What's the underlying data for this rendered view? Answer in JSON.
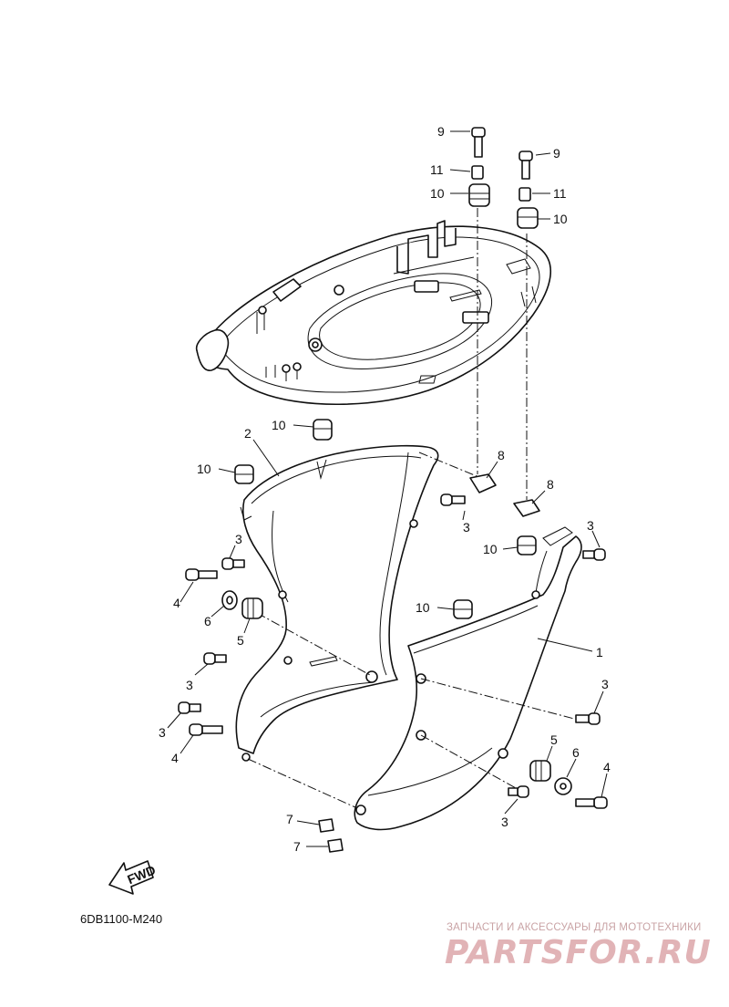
{
  "diagram": {
    "reference_code": "6DB1100-M240",
    "fwd_label": "FWD",
    "callouts": [
      {
        "id": "c9a",
        "text": "9"
      },
      {
        "id": "c11a",
        "text": "11"
      },
      {
        "id": "c10a",
        "text": "10"
      },
      {
        "id": "c9b",
        "text": "9"
      },
      {
        "id": "c11b",
        "text": "11"
      },
      {
        "id": "c10b",
        "text": "10"
      },
      {
        "id": "c10c",
        "text": "10"
      },
      {
        "id": "c2",
        "text": "2"
      },
      {
        "id": "c10d",
        "text": "10"
      },
      {
        "id": "c8a",
        "text": "8"
      },
      {
        "id": "c8b",
        "text": "8"
      },
      {
        "id": "c3a",
        "text": "3"
      },
      {
        "id": "c3b",
        "text": "3"
      },
      {
        "id": "c3c",
        "text": "3"
      },
      {
        "id": "c10e",
        "text": "10"
      },
      {
        "id": "c4a",
        "text": "4"
      },
      {
        "id": "c6a",
        "text": "6"
      },
      {
        "id": "c5a",
        "text": "5"
      },
      {
        "id": "c10f",
        "text": "10"
      },
      {
        "id": "c1",
        "text": "1"
      },
      {
        "id": "c3d",
        "text": "3"
      },
      {
        "id": "c3e",
        "text": "3"
      },
      {
        "id": "c3f",
        "text": "3"
      },
      {
        "id": "c4b",
        "text": "4"
      },
      {
        "id": "c5b",
        "text": "5"
      },
      {
        "id": "c6b",
        "text": "6"
      },
      {
        "id": "c4c",
        "text": "4"
      },
      {
        "id": "c3g",
        "text": "3"
      },
      {
        "id": "c7a",
        "text": "7"
      },
      {
        "id": "c7b",
        "text": "7"
      }
    ]
  },
  "watermark": {
    "tagline": "ЗАПЧАСТИ И АКСЕССУАРЫ ДЛЯ МОТОТЕХНИКИ",
    "logo": "PARTSFOR.RU",
    "color": "#e1b3b6"
  }
}
